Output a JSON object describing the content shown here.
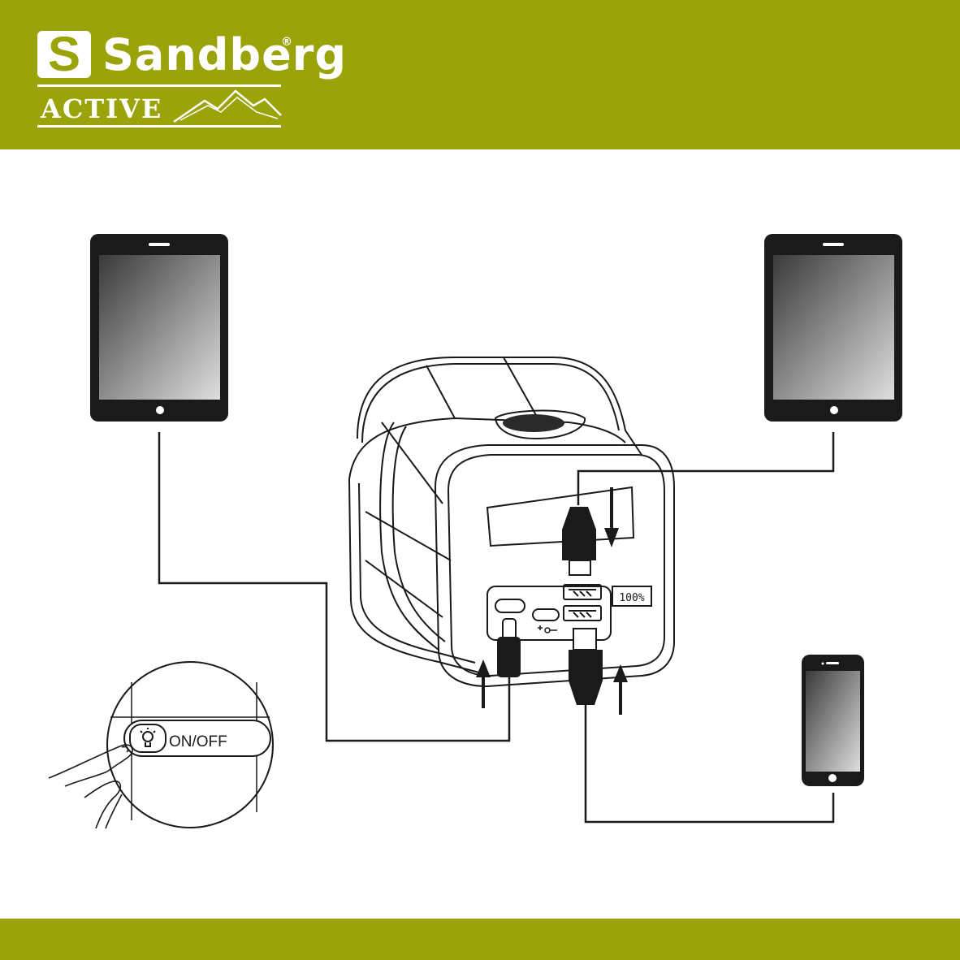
{
  "brand": {
    "logo_letter": "S",
    "name": "Sandberg",
    "registered": "®",
    "sub_brand": "ACTIVE",
    "color": "#9ba30a"
  },
  "device": {
    "battery_display": "100%",
    "button_label": "ON/OFF"
  },
  "icons": [
    "tablet-icon",
    "smartphone-icon",
    "lamp-icon",
    "usb-c-icon",
    "usb-a-icon",
    "arrow-icon",
    "hand-icon"
  ]
}
